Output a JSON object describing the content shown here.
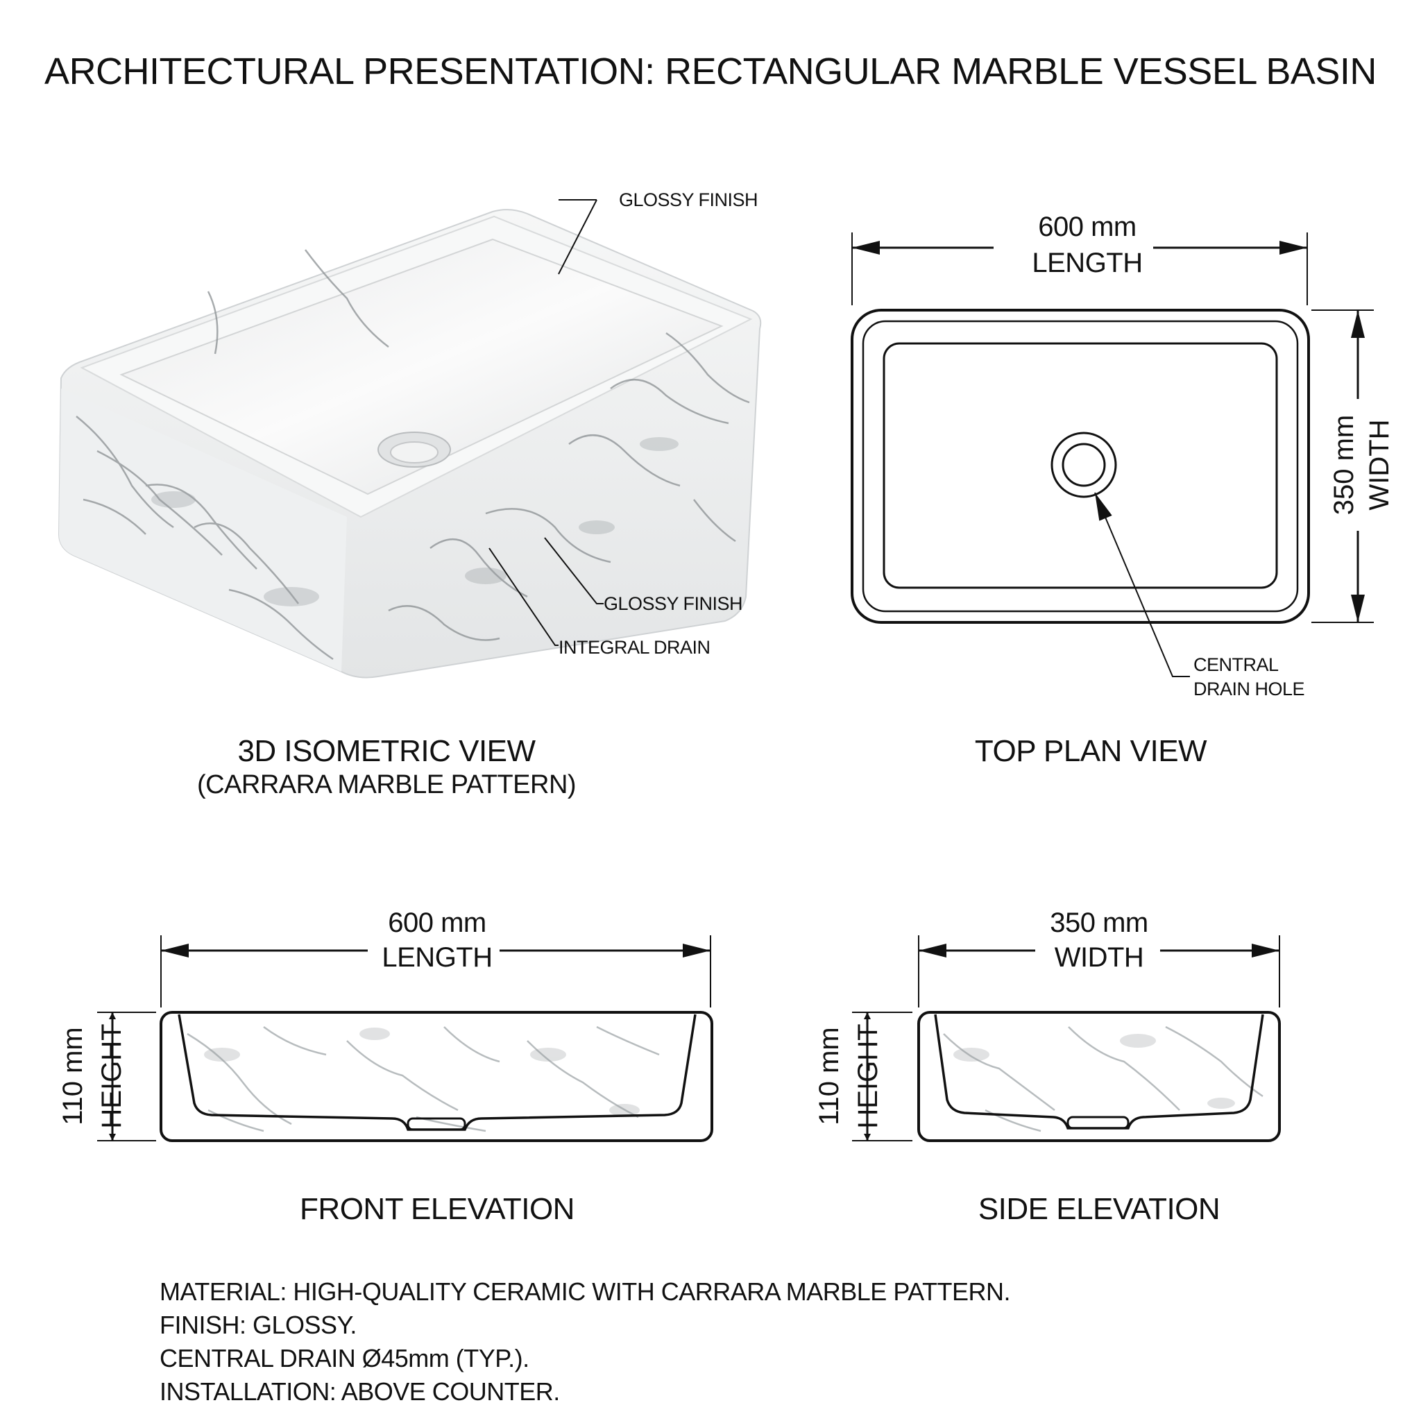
{
  "title": "ARCHITECTURAL PRESENTATION: RECTANGULAR MARBLE VESSEL BASIN",
  "iso_view": {
    "caption": "3D ISOMETRIC VIEW",
    "subcaption": "(CARRARA MARBLE PATTERN)",
    "callouts": [
      "GLOSSY FINISH",
      "GLOSSY FINISH",
      "INTEGRAL DRAIN"
    ]
  },
  "top_plan": {
    "caption": "TOP PLAN VIEW",
    "length_value": "600 mm",
    "length_label": "LENGTH",
    "width_value": "350 mm",
    "width_label": "WIDTH",
    "drain_callout_line1": "CENTRAL",
    "drain_callout_line2": "DRAIN HOLE"
  },
  "front_elevation": {
    "caption": "FRONT ELEVATION",
    "length_value": "600 mm",
    "length_label": "LENGTH",
    "height_value": "110 mm",
    "height_label": "HEIGHT"
  },
  "side_elevation": {
    "caption": "SIDE ELEVATION",
    "width_value": "350 mm",
    "width_label": "WIDTH",
    "height_value": "110 mm",
    "height_label": "HEIGHT"
  },
  "notes": [
    "MATERIAL: HIGH-QUALITY CERAMIC WITH CARRARA MARBLE PATTERN.",
    "FINISH: GLOSSY.",
    "CENTRAL DRAIN Ø45mm (TYP.).",
    "INSTALLATION: ABOVE COUNTER."
  ],
  "colors": {
    "ink": "#111111",
    "marble_vein": "#8a8f92",
    "ceramic": "#f4f5f6"
  }
}
